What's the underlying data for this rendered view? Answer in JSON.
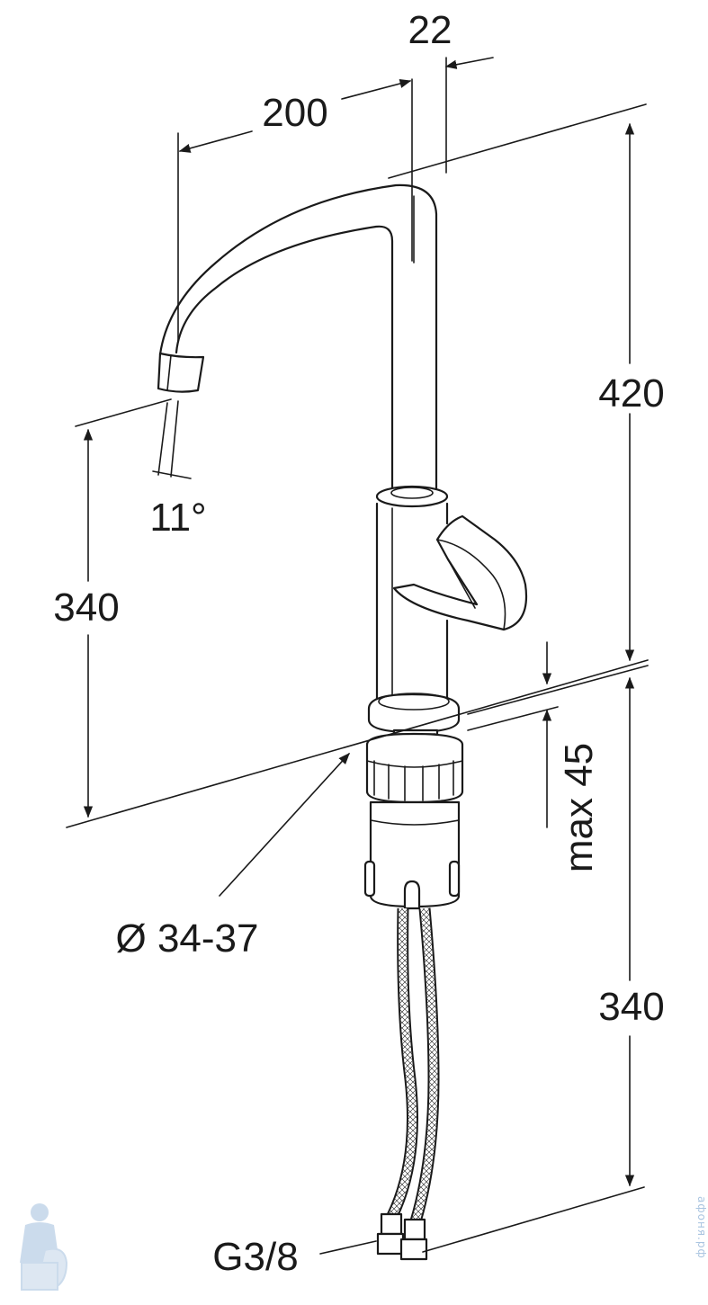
{
  "dimensions": {
    "spout_offset": "22",
    "reach": "200",
    "total_height": "420",
    "spout_angle": "11°",
    "spout_height": "340",
    "hose_length": "340",
    "max_thickness": "max 45",
    "hole_diameter": "Ø 34-37",
    "connection": "G3/8"
  },
  "watermark": {
    "text": "афоня.рф"
  },
  "colors": {
    "line": "#1a1a1a",
    "background": "#ffffff",
    "watermark": "#a9c4e0"
  }
}
